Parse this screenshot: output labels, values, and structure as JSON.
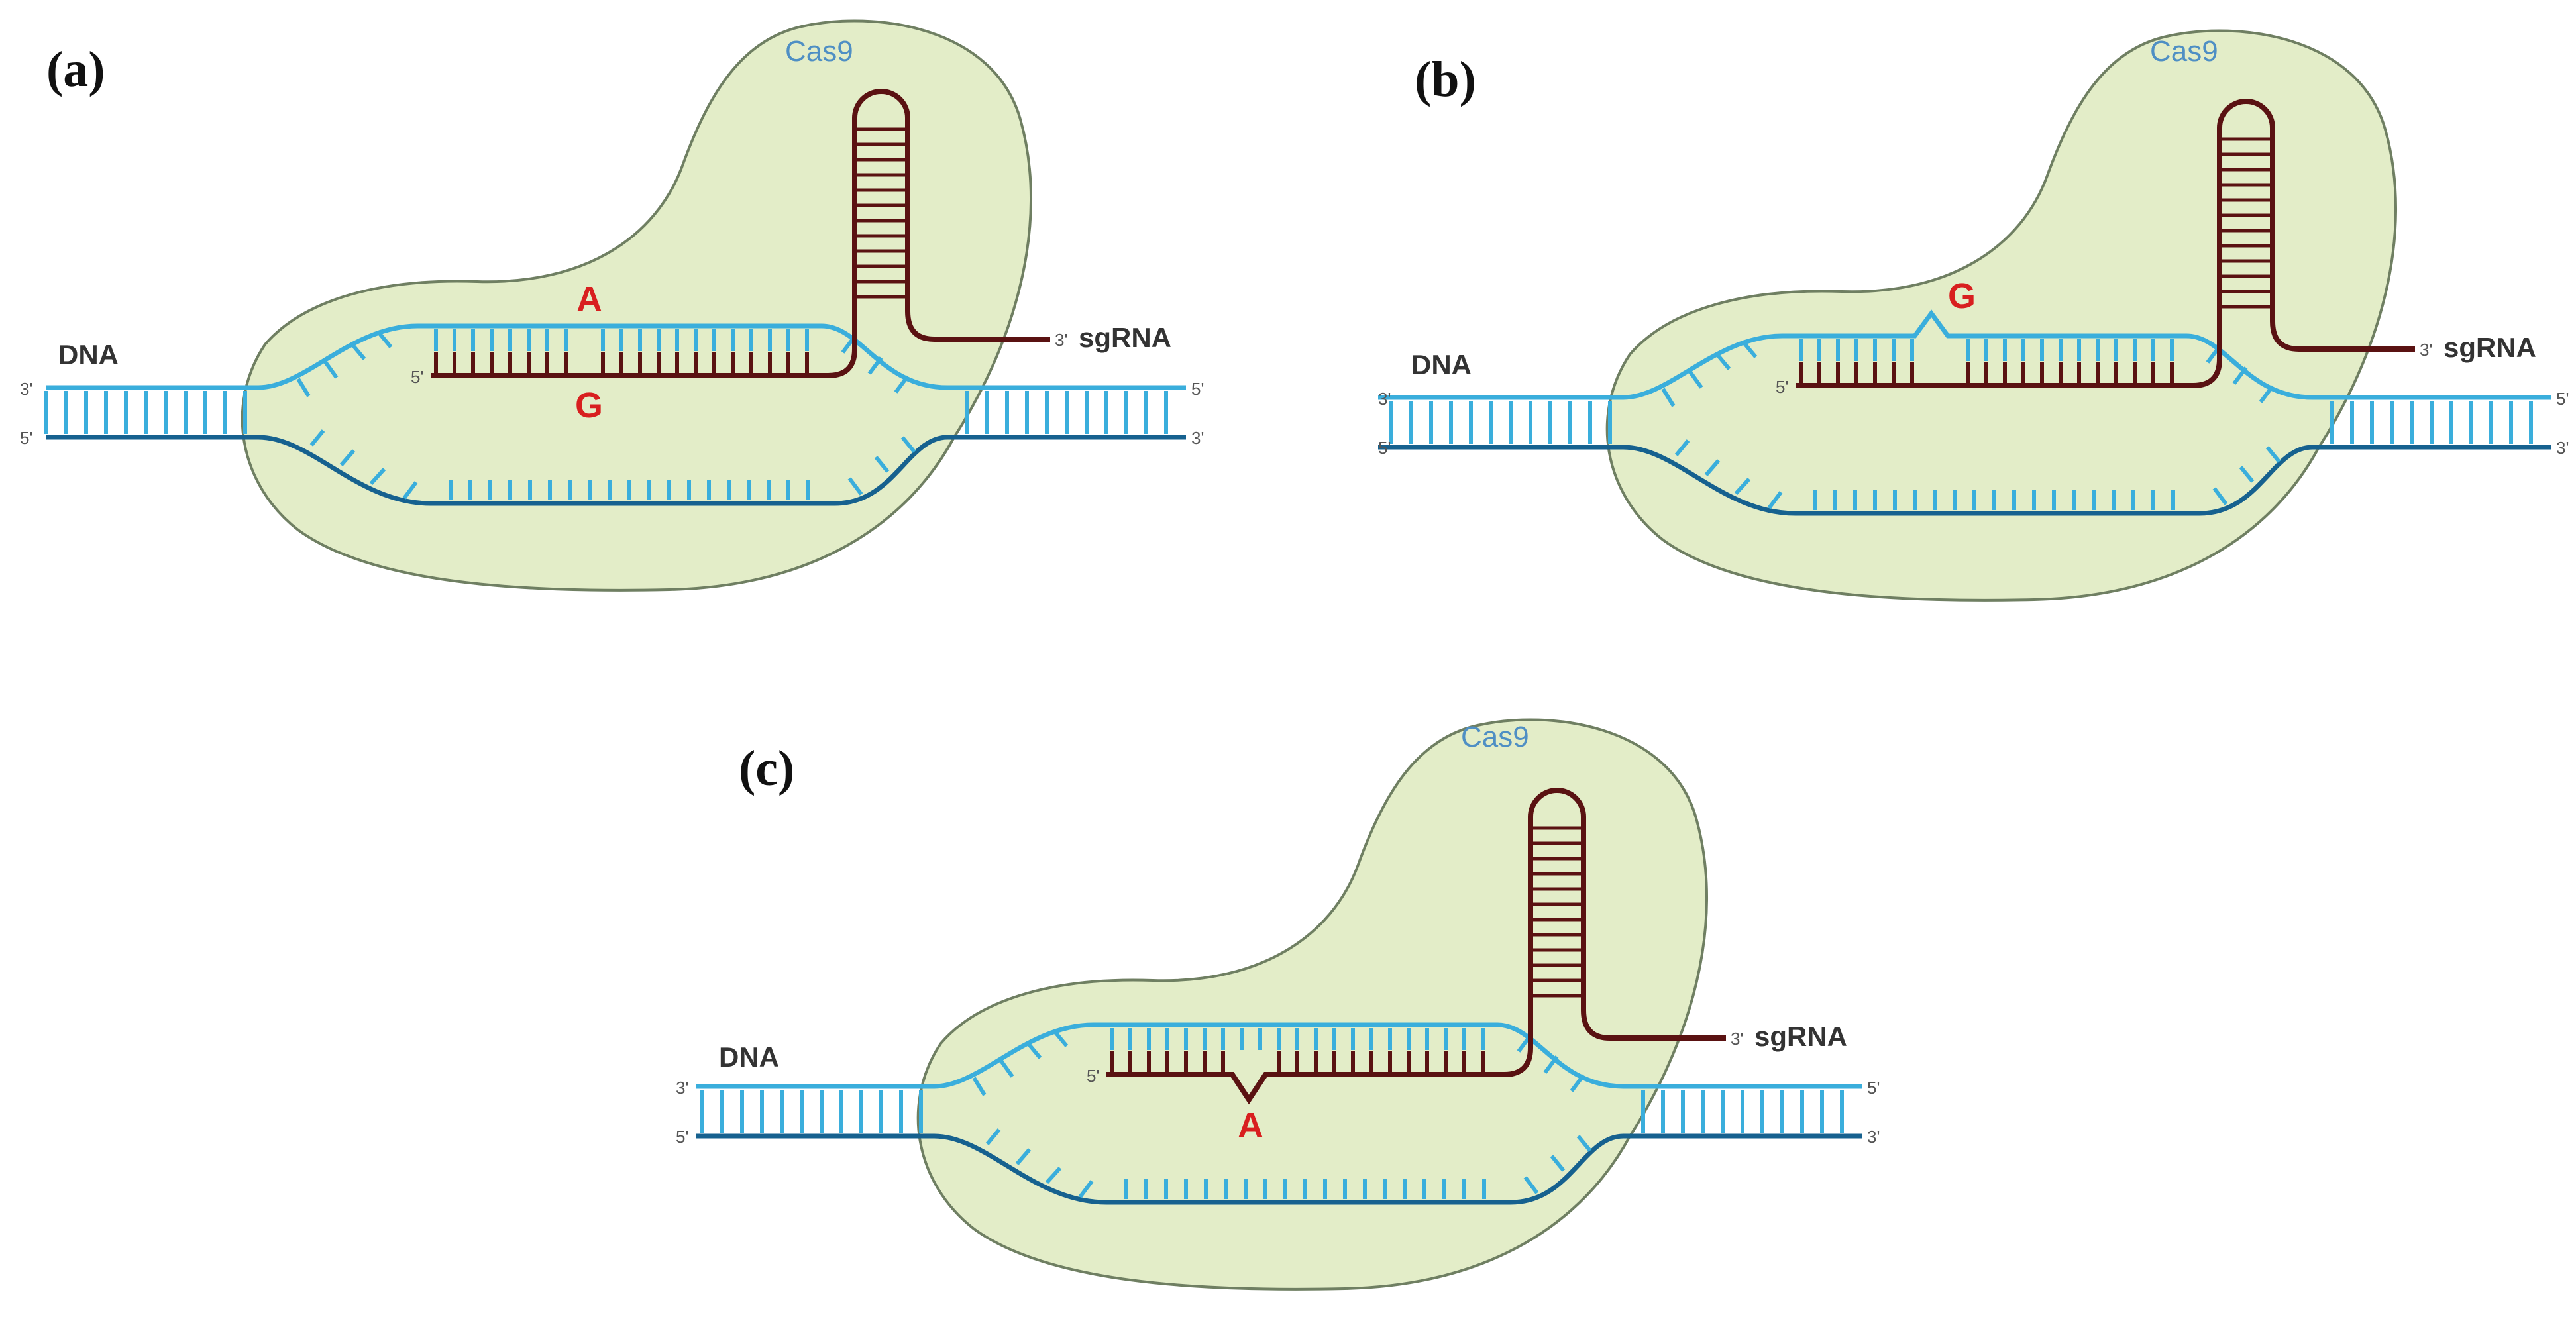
{
  "colors": {
    "cas9_fill": "#e3edc8",
    "cas9_stroke": "#6f7f62",
    "dna_light": "#3aaedc",
    "dna_dark": "#16618f",
    "sgrna": "#5a1212",
    "base_highlight": "#d81f1f",
    "cas9_text": "#4f8fc4"
  },
  "panels": [
    {
      "label": "(a)",
      "cas9": "Cas9",
      "dna": "DNA",
      "sgrna": "sgRNA",
      "ends": {
        "dna_left_top": "3'",
        "dna_left_bottom": "5'",
        "dna_right_top": "5'",
        "dna_right_bottom": "3'",
        "sgrna_5": "5'",
        "sgrna_3": "3'"
      },
      "mismatch": {
        "type": "base-pair mismatch",
        "dna_base": "A",
        "rna_base": "G"
      }
    },
    {
      "label": "(b)",
      "cas9": "Cas9",
      "dna": "DNA",
      "sgrna": "sgRNA",
      "ends": {
        "dna_left_top": "3'",
        "dna_left_bottom": "5'",
        "dna_right_top": "5'",
        "dna_right_bottom": "3'",
        "sgrna_5": "5'",
        "sgrna_3": "3'"
      },
      "mismatch": {
        "type": "DNA bulge",
        "dna_base": "G"
      }
    },
    {
      "label": "(c)",
      "cas9": "Cas9",
      "dna": "DNA",
      "sgrna": "sgRNA",
      "ends": {
        "dna_left_top": "3'",
        "dna_left_bottom": "5'",
        "dna_right_top": "5'",
        "dna_right_bottom": "3'",
        "sgrna_5": "5'",
        "sgrna_3": "3'"
      },
      "mismatch": {
        "type": "RNA bulge",
        "rna_base": "A"
      }
    }
  ]
}
